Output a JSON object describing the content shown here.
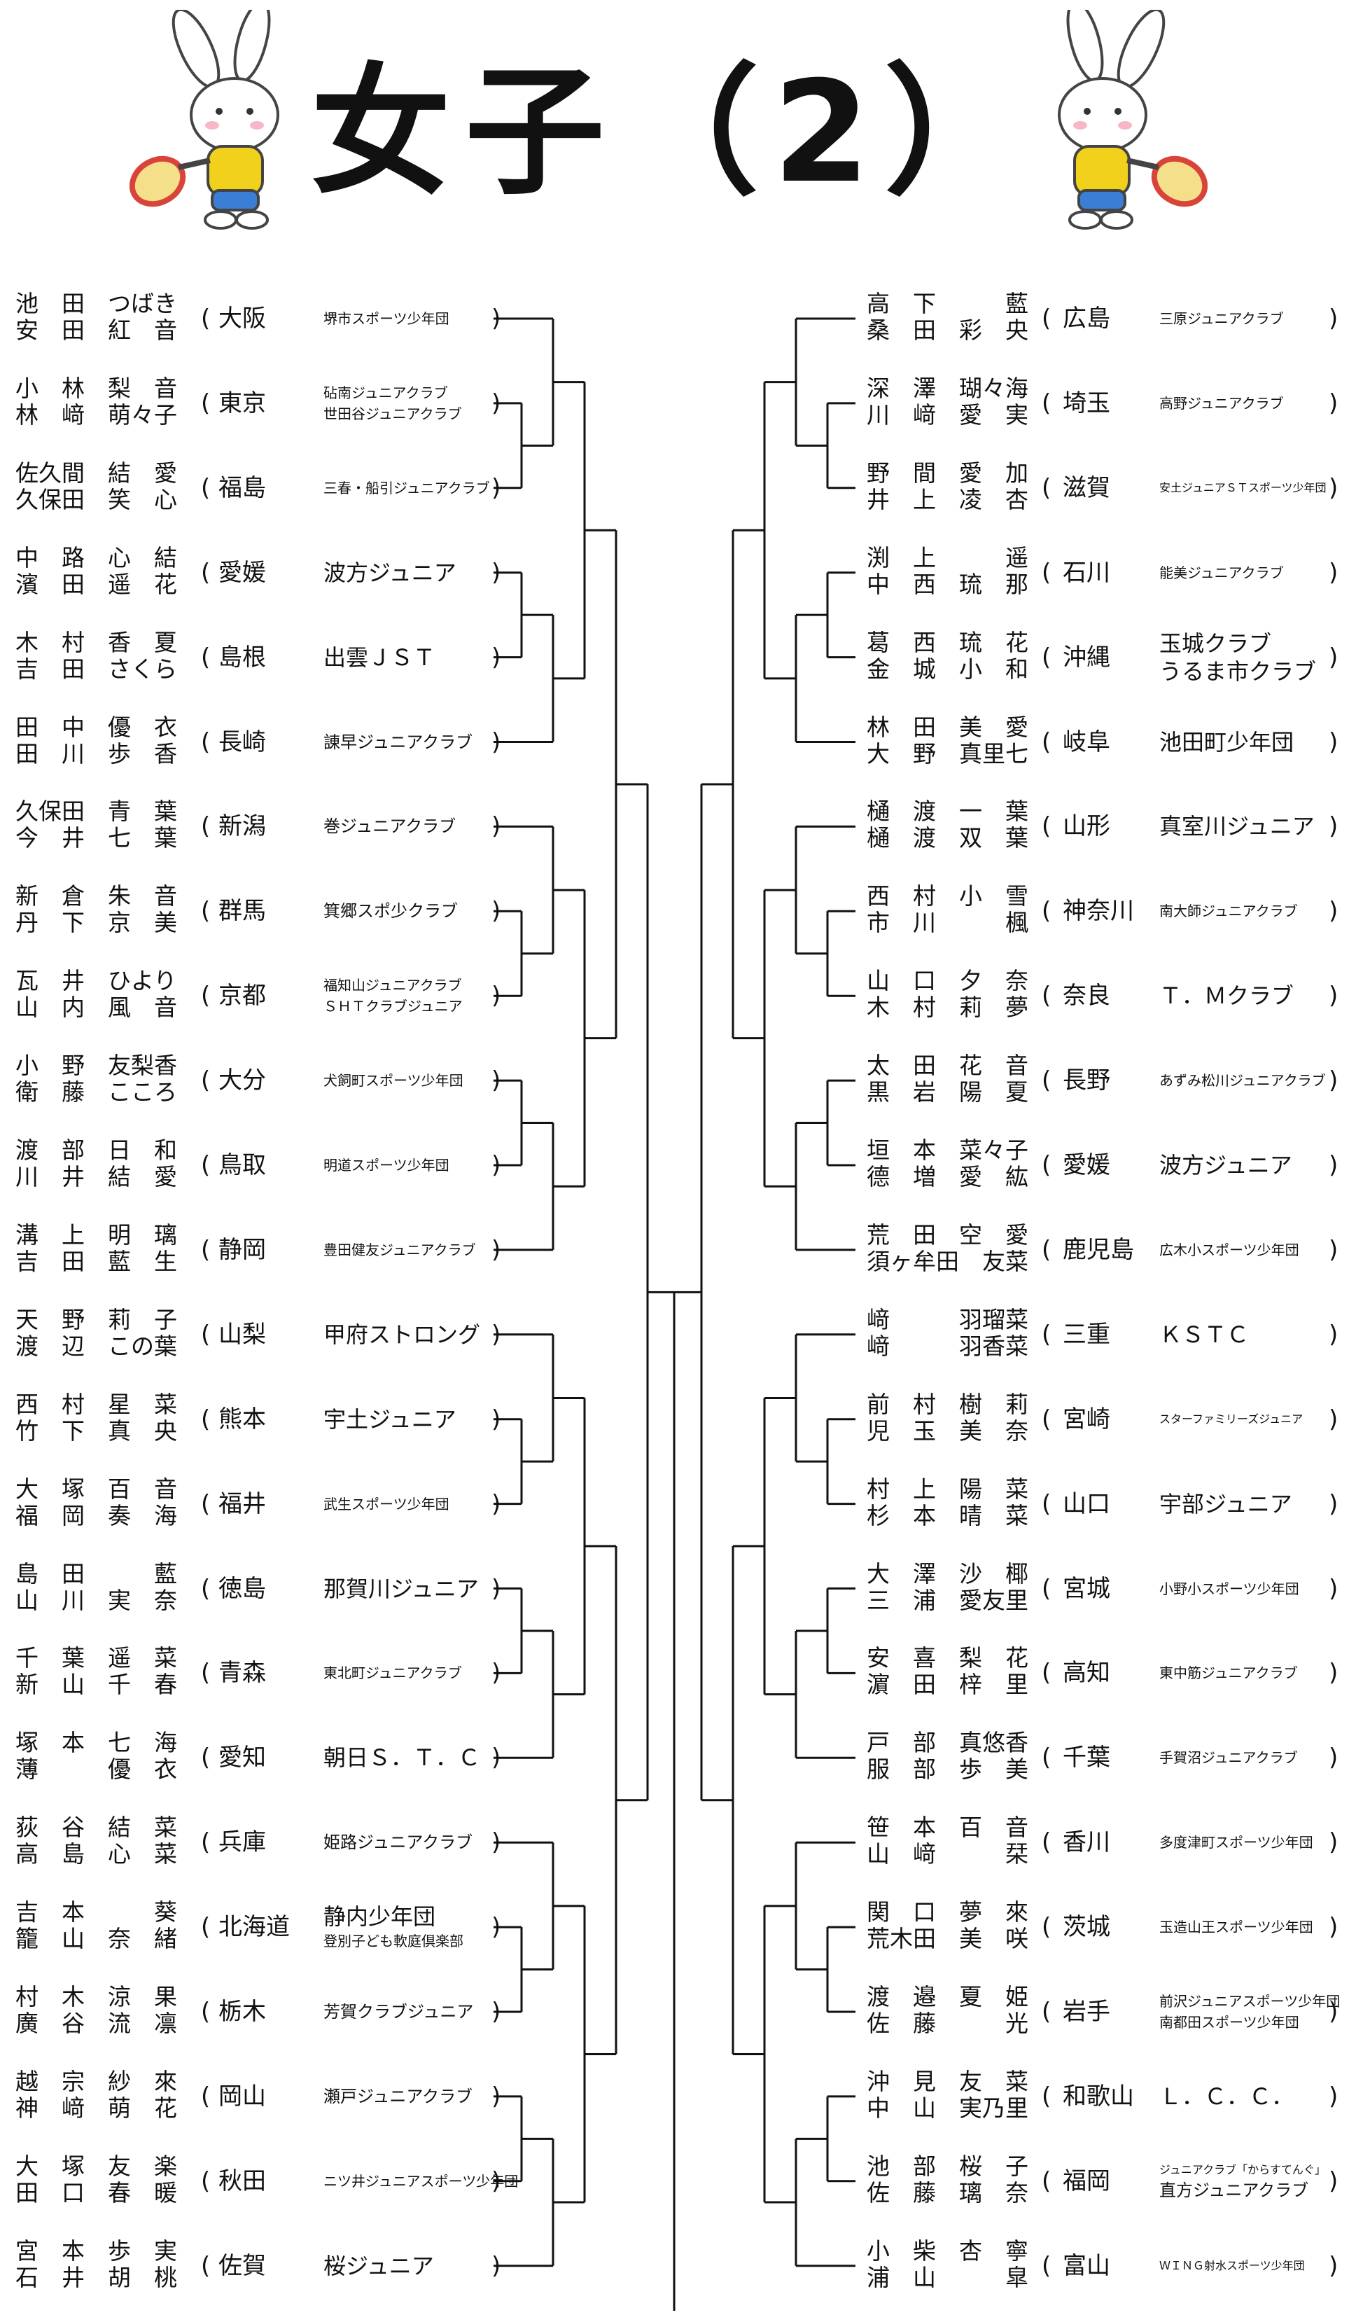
{
  "title": "女子（2）",
  "left": [
    {
      "p1": "池　田　つばき",
      "p2": "安　田　紅　音",
      "pref": "大阪",
      "club": [
        "堺市スポーツ少年団"
      ],
      "size": "sm"
    },
    {
      "p1": "小　林　梨　音",
      "p2": "林　﨑　萌々子",
      "pref": "東京",
      "club": [
        "砧南ジュニアクラブ",
        "世田谷ジュニアクラブ"
      ],
      "size": "sm"
    },
    {
      "p1": "佐久間　結　愛",
      "p2": "久保田　笑　心",
      "pref": "福島",
      "club": [
        "三春・船引ジュニアクラブ"
      ],
      "size": "s"
    },
    {
      "p1": "中　路　心　結",
      "p2": "濱　田　遥　花",
      "pref": "愛媛",
      "club": [
        "波方ジュニア"
      ],
      "size": "l"
    },
    {
      "p1": "木　村　香　夏",
      "p2": "吉　田　さくら",
      "pref": "島根",
      "club": [
        "出雲ＪＳＴ"
      ],
      "size": "l"
    },
    {
      "p1": "田　中　優　衣",
      "p2": "田　川　歩　香",
      "pref": "長崎",
      "club": [
        "諌早ジュニアクラブ"
      ],
      "size": "m"
    },
    {
      "p1": "久保田　青　葉",
      "p2": "今　井　七　葉",
      "pref": "新潟",
      "club": [
        "巻ジュニアクラブ"
      ],
      "size": "m"
    },
    {
      "p1": "新　倉　朱　音",
      "p2": "丹　下　京　美",
      "pref": "群馬",
      "club": [
        "箕郷スポ少クラブ"
      ],
      "size": "m"
    },
    {
      "p1": "瓦　井　ひより",
      "p2": "山　内　風　音",
      "pref": "京都",
      "club": [
        "福知山ジュニアクラブ",
        "ＳＨＴクラブジュニア"
      ],
      "size": "sm"
    },
    {
      "p1": "小　野　友梨香",
      "p2": "衛　藤　こころ",
      "pref": "大分",
      "club": [
        "犬飼町スポーツ少年団"
      ],
      "size": "sm"
    },
    {
      "p1": "渡　部　日　和",
      "p2": "川　井　結　愛",
      "pref": "鳥取",
      "club": [
        "明道スポーツ少年団"
      ],
      "size": "sm"
    },
    {
      "p1": "溝　上　明　璃",
      "p2": "吉　田　藍　生",
      "pref": "静岡",
      "club": [
        "豊田健友ジュニアクラブ"
      ],
      "size": "s"
    },
    {
      "p1": "天　野　莉　子",
      "p2": "渡　辺　この葉",
      "pref": "山梨",
      "club": [
        "甲府ストロング"
      ],
      "size": "l"
    },
    {
      "p1": "西　村　星　菜",
      "p2": "竹　下　真　央",
      "pref": "熊本",
      "club": [
        "宇土ジュニア"
      ],
      "size": "l"
    },
    {
      "p1": "大　塚　百　音",
      "p2": "福　岡　奏　海",
      "pref": "福井",
      "club": [
        "武生スポーツ少年団"
      ],
      "size": "sm"
    },
    {
      "p1": "島　田　　　藍",
      "p2": "山　川　実　奈",
      "pref": "徳島",
      "club": [
        "那賀川ジュニア"
      ],
      "size": "l"
    },
    {
      "p1": "千　葉　遥　菜",
      "p2": "新　山　千　春",
      "pref": "青森",
      "club": [
        "東北町ジュニアクラブ"
      ],
      "size": "sm"
    },
    {
      "p1": "塚　本　七　海",
      "p2": "薄　　　優　衣",
      "pref": "愛知",
      "club": [
        "朝日Ｓ．Ｔ．Ｃ"
      ],
      "size": "l"
    },
    {
      "p1": "荻　谷　結　菜",
      "p2": "高　島　心　菜",
      "pref": "兵庫",
      "club": [
        "姫路ジュニアクラブ"
      ],
      "size": "m"
    },
    {
      "p1": "吉　本　　　葵",
      "p2": "籠　山　奈　緒",
      "pref": "北海道",
      "club": [
        "静内少年団",
        "登別子ども軟庭倶楽部"
      ],
      "size": "mix"
    },
    {
      "p1": "村　木　涼　果",
      "p2": "廣　谷　流　凛",
      "pref": "栃木",
      "club": [
        "芳賀クラブジュニア"
      ],
      "size": "m"
    },
    {
      "p1": "越　宗　紗　來",
      "p2": "神　﨑　萌　花",
      "pref": "岡山",
      "club": [
        "瀬戸ジュニアクラブ"
      ],
      "size": "m"
    },
    {
      "p1": "大　塚　友　楽",
      "p2": "田　口　春　暖",
      "pref": "秋田",
      "club": [
        "ニツ井ジュニアスポーツ少年団"
      ],
      "size": "s"
    },
    {
      "p1": "宮　本　歩　実",
      "p2": "石　井　胡　桃",
      "pref": "佐賀",
      "club": [
        "桜ジュニア"
      ],
      "size": "l"
    }
  ],
  "right": [
    {
      "p1": "高　下　　　藍",
      "p2": "桑　田　彩　央",
      "pref": "広島",
      "club": [
        "三原ジュニアクラブ"
      ],
      "size": "sm"
    },
    {
      "p1": "深　澤　瑚々海",
      "p2": "川　﨑　愛　実",
      "pref": "埼玉",
      "club": [
        "高野ジュニアクラブ"
      ],
      "size": "sm"
    },
    {
      "p1": "野　間　愛　加",
      "p2": "井　上　凌　杏",
      "pref": "滋賀",
      "club": [
        "安土ジュニアＳＴスポーツ少年団"
      ],
      "size": "xs"
    },
    {
      "p1": "渕　上　　　遥",
      "p2": "中　西　琉　那",
      "pref": "石川",
      "club": [
        "能美ジュニアクラブ"
      ],
      "size": "sm"
    },
    {
      "p1": "葛　西　琉　花",
      "p2": "金　城　小　和",
      "pref": "沖縄",
      "club": [
        "玉城クラブ",
        "うるま市クラブ"
      ],
      "size": "l"
    },
    {
      "p1": "林　田　美　愛",
      "p2": "大　野　真里七",
      "pref": "岐阜",
      "club": [
        "池田町少年団"
      ],
      "size": "l"
    },
    {
      "p1": "樋　渡　一　葉",
      "p2": "樋　渡　双　葉",
      "pref": "山形",
      "club": [
        "真室川ジュニア"
      ],
      "size": "l"
    },
    {
      "p1": "西　村　小　雪",
      "p2": "市　川　　　楓",
      "pref": "神奈川",
      "club": [
        "南大師ジュニアクラブ"
      ],
      "size": "sm"
    },
    {
      "p1": "山　口　夕　奈",
      "p2": "木　村　莉　夢",
      "pref": "奈良",
      "club": [
        "Ｔ．Ｍクラブ"
      ],
      "size": "l"
    },
    {
      "p1": "太　田　花　音",
      "p2": "黒　岩　陽　夏",
      "pref": "長野",
      "club": [
        "あずみ松川ジュニアクラブ"
      ],
      "size": "sm"
    },
    {
      "p1": "垣　本　菜々子",
      "p2": "德　増　愛　紘",
      "pref": "愛媛",
      "club": [
        "波方ジュニア"
      ],
      "size": "l"
    },
    {
      "p1": "荒　田　空　愛",
      "p2": "須ヶ牟田　友菜",
      "pref": "鹿児島",
      "club": [
        "広木小スポーツ少年団"
      ],
      "size": "sm"
    },
    {
      "p1": "﨑　　　羽瑠菜",
      "p2": "﨑　　　羽香菜",
      "pref": "三重",
      "club": [
        "ＫＳＴＣ"
      ],
      "size": "l"
    },
    {
      "p1": "前　村　樹　莉",
      "p2": "児　玉　美　奈",
      "pref": "宮崎",
      "club": [
        "スターファミリーズジュニア"
      ],
      "size": "xs"
    },
    {
      "p1": "村　上　陽　菜",
      "p2": "杉　本　晴　菜",
      "pref": "山口",
      "club": [
        "宇部ジュニア"
      ],
      "size": "l"
    },
    {
      "p1": "大　澤　沙　椰",
      "p2": "三　浦　愛友里",
      "pref": "宮城",
      "club": [
        "小野小スポーツ少年団"
      ],
      "size": "sm"
    },
    {
      "p1": "安　喜　梨　花",
      "p2": "濵　田　梓　里",
      "pref": "高知",
      "club": [
        "東中筋ジュニアクラブ"
      ],
      "size": "sm"
    },
    {
      "p1": "戸　部　真悠香",
      "p2": "服　部　歩　美",
      "pref": "千葉",
      "club": [
        "手賀沼ジュニアクラブ"
      ],
      "size": "sm"
    },
    {
      "p1": "笹　本　百　音",
      "p2": "山　﨑　　　栞",
      "pref": "香川",
      "club": [
        "多度津町スポーツ少年団"
      ],
      "size": "s"
    },
    {
      "p1": "関　口　夢　來",
      "p2": "荒木田　美　咲",
      "pref": "茨城",
      "club": [
        "玉造山王スポーツ少年団"
      ],
      "size": "s"
    },
    {
      "p1": "渡　邉　夏　姫",
      "p2": "佐　藤　　　光",
      "pref": "岩手",
      "club": [
        "前沢ジュニアスポーツ少年団",
        "南都田スポーツ少年団"
      ],
      "size": "s"
    },
    {
      "p1": "沖　見　友　菜",
      "p2": "中　山　実乃里",
      "pref": "和歌山",
      "club": [
        "Ｌ．Ｃ．Ｃ．"
      ],
      "size": "l"
    },
    {
      "p1": "池　部　桜　子",
      "p2": "佐　藤　璃　奈",
      "pref": "福岡",
      "club": [
        "ジュニアクラブ「からすてんぐ」",
        "直方ジュニアクラブ"
      ],
      "size": "mix2"
    },
    {
      "p1": "小　柴　杏　寧",
      "p2": "浦　山　　　皐",
      "pref": "富山",
      "club": [
        "ＷＩＮＧ射水スポーツ少年団"
      ],
      "size": "xs"
    }
  ]
}
